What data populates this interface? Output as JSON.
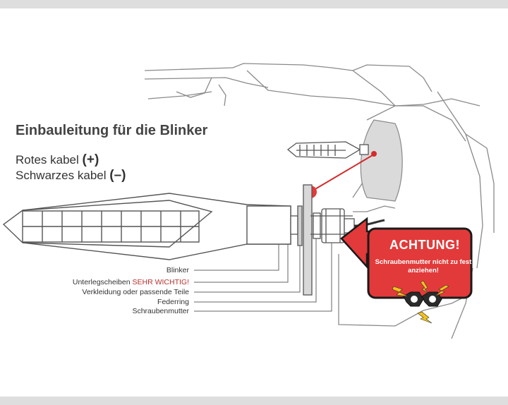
{
  "title": "Einbauleitung für die Blinker",
  "cables": {
    "red_label": "Rotes kabel",
    "red_symbol": "(+)",
    "black_label": "Schwarzes kabel",
    "black_symbol": "(–)"
  },
  "parts": [
    {
      "label": "Blinker",
      "highlight": ""
    },
    {
      "label": "Unterlegscheiben",
      "highlight": "SEHR WICHTIG!"
    },
    {
      "label": "Verkleidung oder passende Teile",
      "highlight": ""
    },
    {
      "label": "Federring",
      "highlight": ""
    },
    {
      "label": "Schraubenmutter",
      "highlight": ""
    }
  ],
  "warning": {
    "title": "ACHTUNG!",
    "text": "Schraubenmutter nicht zu fest anziehen!"
  },
  "colors": {
    "line": "#555555",
    "accent_red": "#d42b2b",
    "warning_red": "#e23a3a",
    "highlight_text": "#b5312c"
  },
  "icons": [
    "nut-icon",
    "lightning-icon",
    "arrow-icon"
  ]
}
